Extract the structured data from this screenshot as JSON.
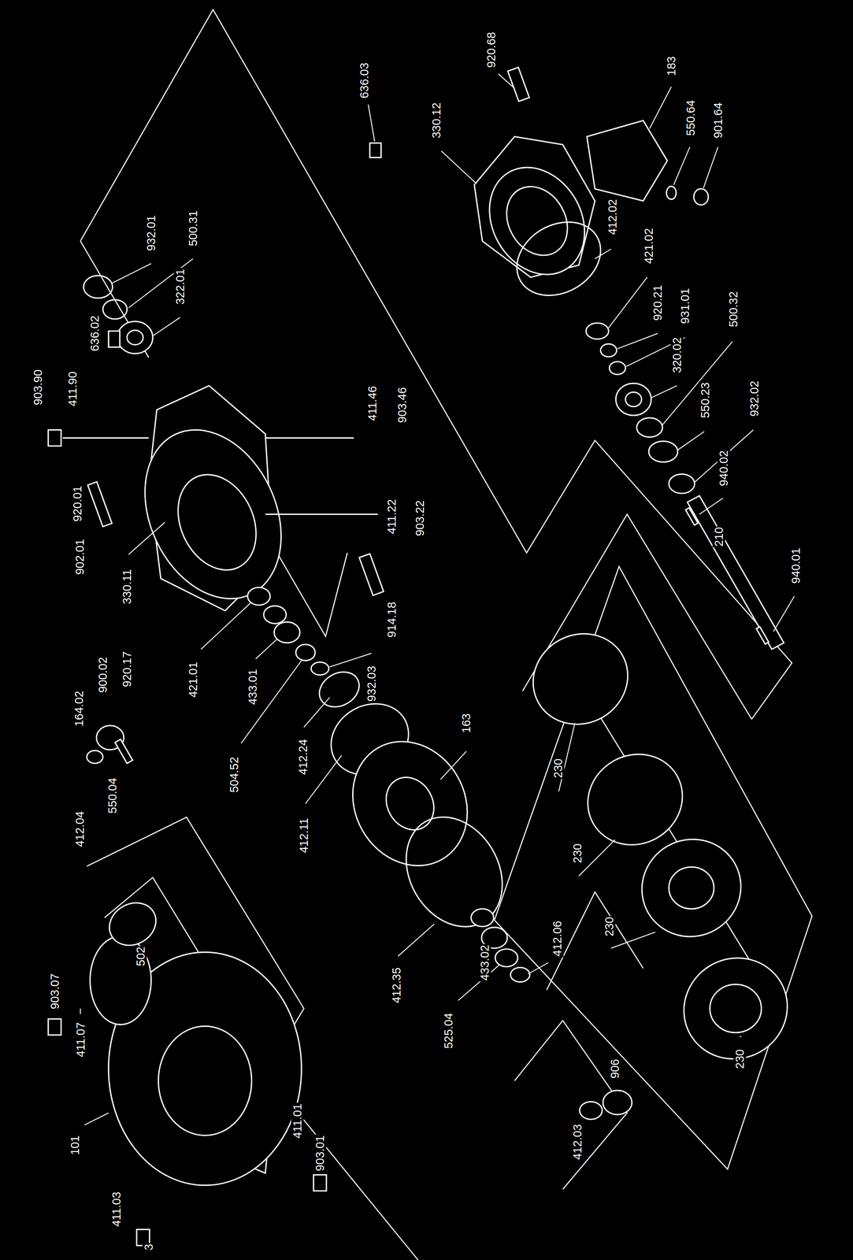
{
  "diagram": {
    "labels": [
      "920.68",
      "636.03",
      "330.12",
      "183",
      "550.64",
      "901.64",
      "932.01",
      "500.31",
      "322.01",
      "412.02",
      "421.02",
      "920.21",
      "931.01",
      "500.32",
      "320.02",
      "550.23",
      "932.02",
      "940.02",
      "210",
      "940.01",
      "903.90",
      "411.90",
      "636.02",
      "411.46",
      "903.46",
      "920.01",
      "902.01",
      "330.11",
      "411.22",
      "903.22",
      "914.18",
      "421.01",
      "433.01",
      "932.03",
      "164.02",
      "900.02",
      "920.17",
      "550.04",
      "412.04",
      "504.52",
      "412.24",
      "412.11",
      "163",
      "230",
      "230",
      "230",
      "230",
      "502",
      "903.07",
      "411.07",
      "412.35",
      "433.02",
      "412.06",
      "525.04",
      "101",
      "411.03",
      "3",
      "411.01",
      "903.01",
      "412.03",
      "906"
    ]
  }
}
